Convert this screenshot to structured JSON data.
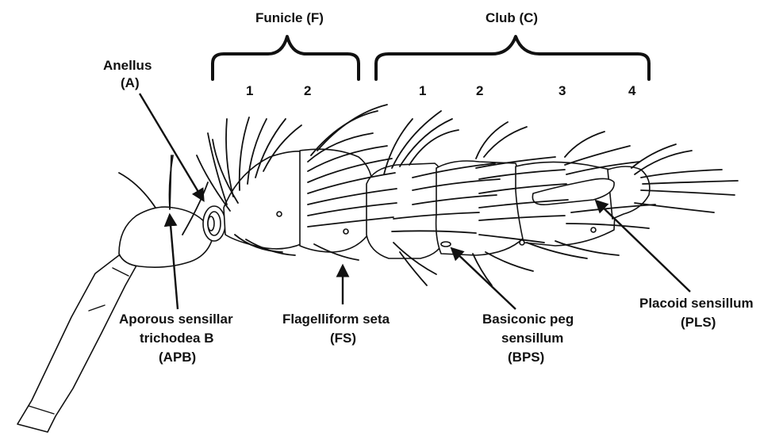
{
  "groups": [
    {
      "label": "Funicle (F)",
      "numbers": [
        "1",
        "2"
      ]
    },
    {
      "label": "Club (C)",
      "numbers": [
        "1",
        "2",
        "3",
        "4"
      ]
    }
  ],
  "labels": {
    "anellus_line1": "Anellus",
    "anellus_line2": "(A)",
    "apb_line1": "Aporous sensillar",
    "apb_line2": "trichodea B",
    "apb_line3": "(APB)",
    "fs_line1": "Flagelliform seta",
    "fs_line2": "(FS)",
    "bps_line1": "Basiconic peg",
    "bps_line2": "sensillum",
    "bps_line3": "(BPS)",
    "pls_line1": "Placoid sensillum",
    "pls_line2": "(PLS)"
  },
  "colors": {
    "ink": "#111111",
    "background": "#ffffff"
  }
}
